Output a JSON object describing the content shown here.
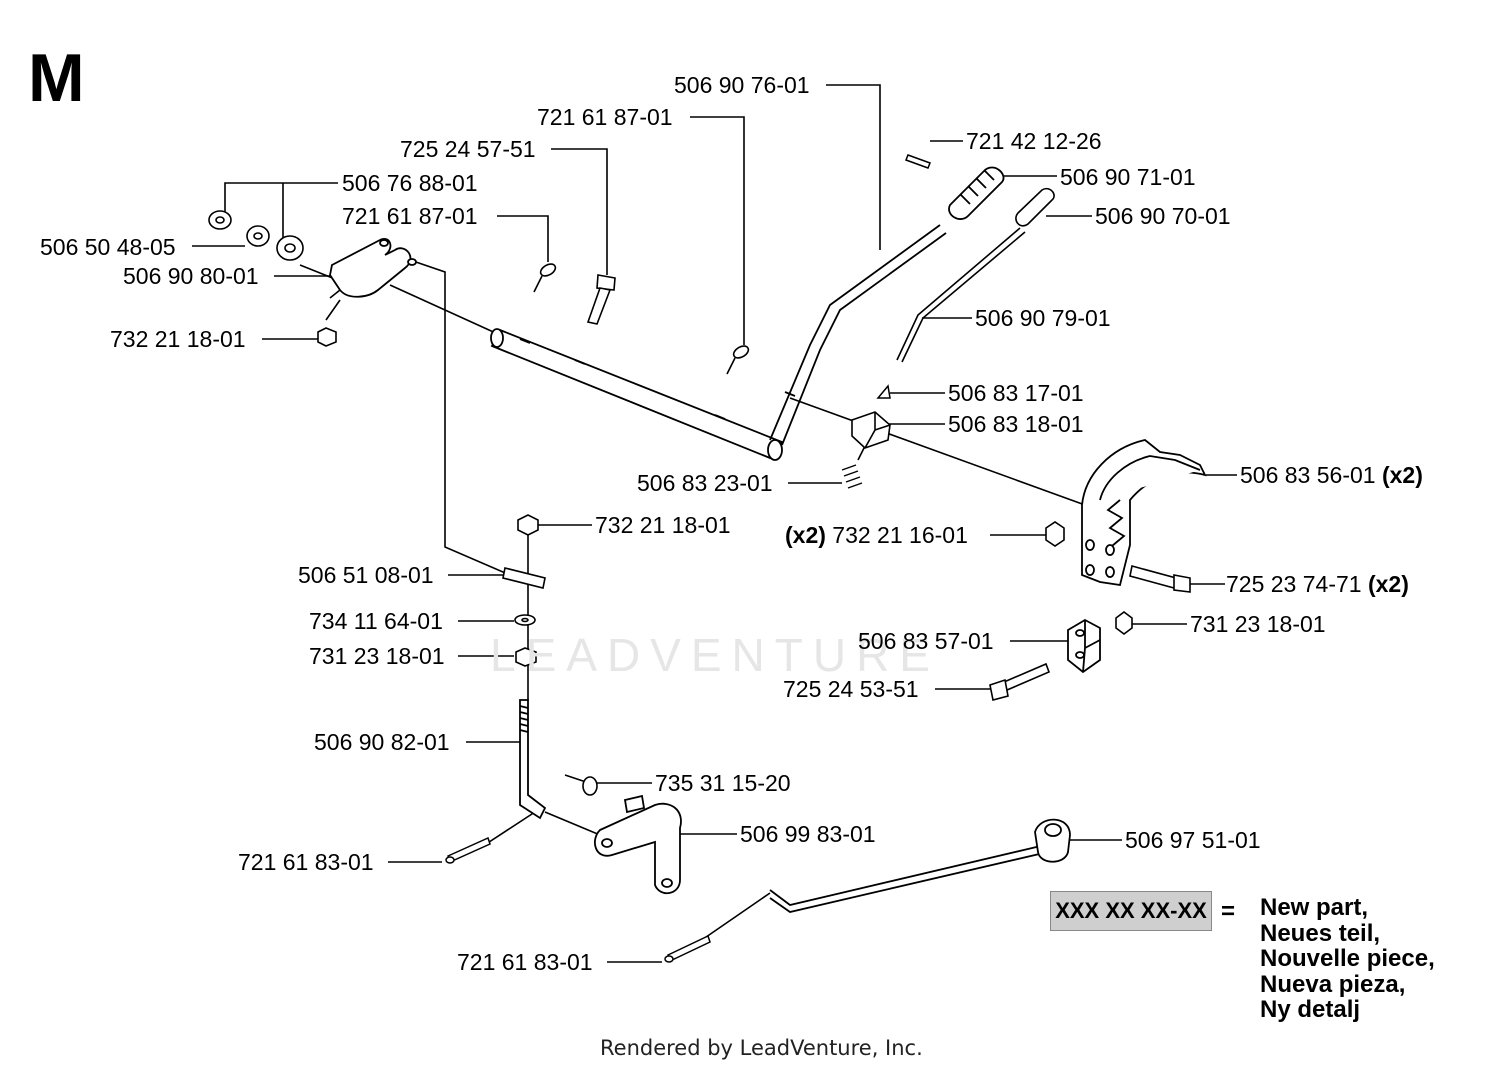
{
  "section": "M",
  "watermark": "LEADVENTURE",
  "labels": {
    "l1": "506 90 76-01",
    "l2": "721 61 87-01",
    "l3": "725 24 57-51",
    "l4": "721 42 12-26",
    "l5": "506 90 71-01",
    "l6": "506 76 88-01",
    "l7": "506 90 70-01",
    "l8": "721 61 87-01",
    "l9": "506 50 48-05",
    "l10": "506 90 80-01",
    "l11": "506 90 79-01",
    "l12": "732 21 18-01",
    "l13": "506 83 17-01",
    "l14": "506 83 18-01",
    "l15": "506 83 56-01",
    "l16": "506 83 23-01",
    "l17": "732 21 18-01",
    "l18": "732 21 16-01",
    "l19": "506 51 08-01",
    "l20": "725 23 74-71",
    "l21": "734 11 64-01",
    "l22": "731 23 18-01",
    "l23": "506 83 57-01",
    "l24": "731 23 18-01",
    "l25": "725 24 53-51",
    "l26": "506 90 82-01",
    "l27": "735 31 15-20",
    "l28": "506 99 83-01",
    "l29": "506 97 51-01",
    "l30": "721 61 83-01",
    "l31": "721 61 83-01"
  },
  "qty": "(x2)",
  "legend": {
    "box": "XXX XX XX-XX",
    "eq": "=",
    "lines": [
      "New part,",
      "Neues teil,",
      "Nouvelle piece,",
      "Nueva pieza,",
      "Ny detalj"
    ]
  },
  "credit": "Rendered by LeadVenture, Inc."
}
